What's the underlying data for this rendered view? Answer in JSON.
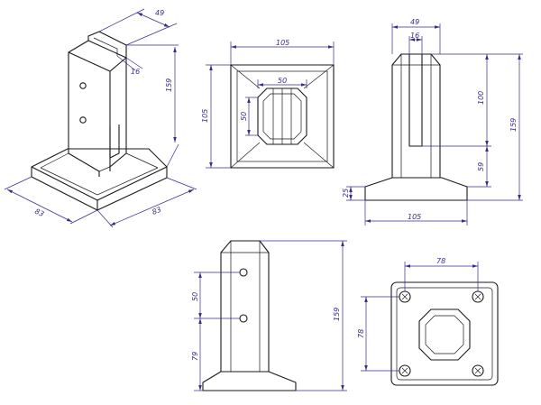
{
  "dimensions": {
    "iso_top_width": "49",
    "iso_slot": "16",
    "iso_height": "159",
    "iso_base_left": "83",
    "iso_base_right": "83",
    "top_base": "105",
    "top_side": "105",
    "top_post_w": "50",
    "top_post_h": "50",
    "side_top": "49",
    "side_slot": "16",
    "side_slot_depth": "100",
    "side_height": "159",
    "side_lower": "59",
    "side_base_h": "25",
    "side_base_w": "105",
    "front_hole_spacing": "50",
    "front_height": "159",
    "front_lower": "79",
    "bottom_hole_x": "78",
    "bottom_hole_y": "78"
  },
  "colors": {
    "object": "#1a1a1a",
    "dimension": "#3b2a8f"
  }
}
